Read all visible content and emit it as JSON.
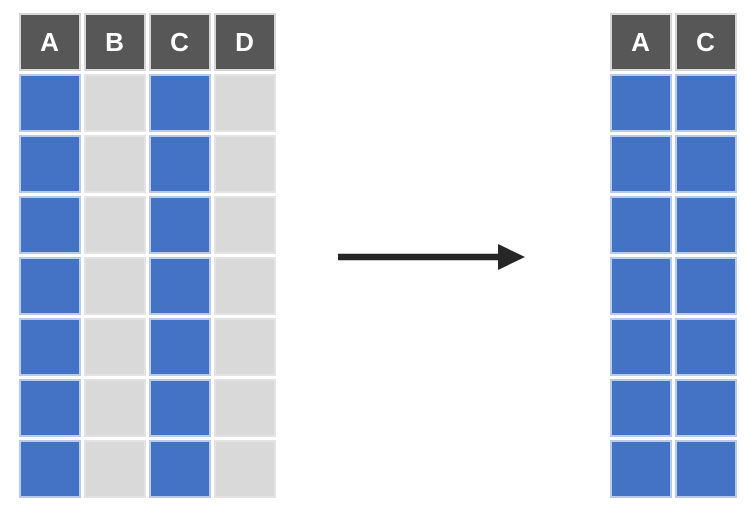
{
  "diagram": {
    "description": "Column selection diagram: a table with columns A, B, C, D where A and C are highlighted, transformed (arrow) into a table containing only columns A and C",
    "arrow_icon": "right-arrow"
  },
  "colors": {
    "background": "#ffffff",
    "header_bg": "#575757",
    "header_text": "#ffffff",
    "selected_cell": "#4472C4",
    "selected_cell_border": "#b9cbe8",
    "unselected_cell": "#d9d9d9",
    "arrow": "#262626"
  },
  "left_table": {
    "headers": [
      "A",
      "B",
      "C",
      "D"
    ],
    "selected_columns": [
      "A",
      "C"
    ],
    "num_rows": 7
  },
  "right_table": {
    "headers": [
      "A",
      "C"
    ],
    "selected_columns": [
      "A",
      "C"
    ],
    "num_rows": 7
  }
}
